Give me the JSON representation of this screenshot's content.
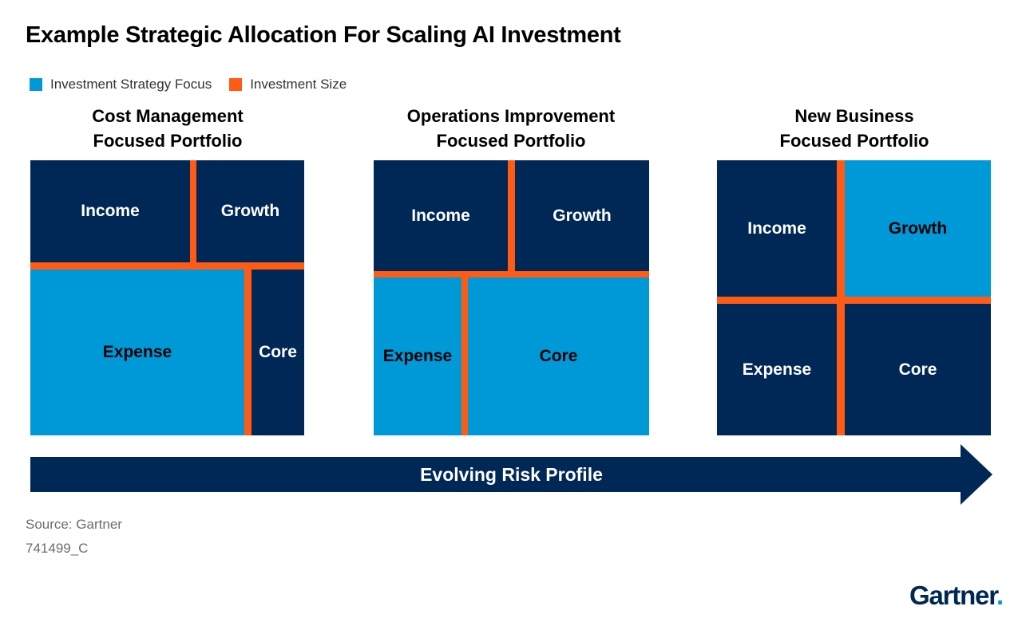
{
  "title": "Example Strategic Allocation For Scaling AI Investment",
  "legend": [
    {
      "label": "Investment Strategy Focus",
      "color": "#0099d8"
    },
    {
      "label": "Investment Size",
      "color": "#ff5b14"
    }
  ],
  "colors": {
    "navy": "#002856",
    "blue": "#0099d8",
    "orange": "#ff5b14"
  },
  "portfolios": [
    {
      "title_line1": "Cost Management",
      "title_line2": "Focused Portfolio",
      "income": "Income",
      "growth": "Growth",
      "expense": "Expense",
      "core": "Core",
      "focus": [
        "Expense"
      ]
    },
    {
      "title_line1": "Operations Improvement",
      "title_line2": "Focused Portfolio",
      "income": "Income",
      "growth": "Growth",
      "expense": "Expense",
      "core": "Core",
      "focus": [
        "Expense",
        "Core"
      ]
    },
    {
      "title_line1": "New Business",
      "title_line2": "Focused Portfolio",
      "income": "Income",
      "growth": "Growth",
      "expense": "Expense",
      "core": "Core",
      "focus": [
        "Growth"
      ]
    }
  ],
  "arrow_label": "Evolving Risk Profile",
  "source": "Source: Gartner",
  "code": "741499_C",
  "logo": {
    "text": "Gartner",
    "dot": "."
  }
}
